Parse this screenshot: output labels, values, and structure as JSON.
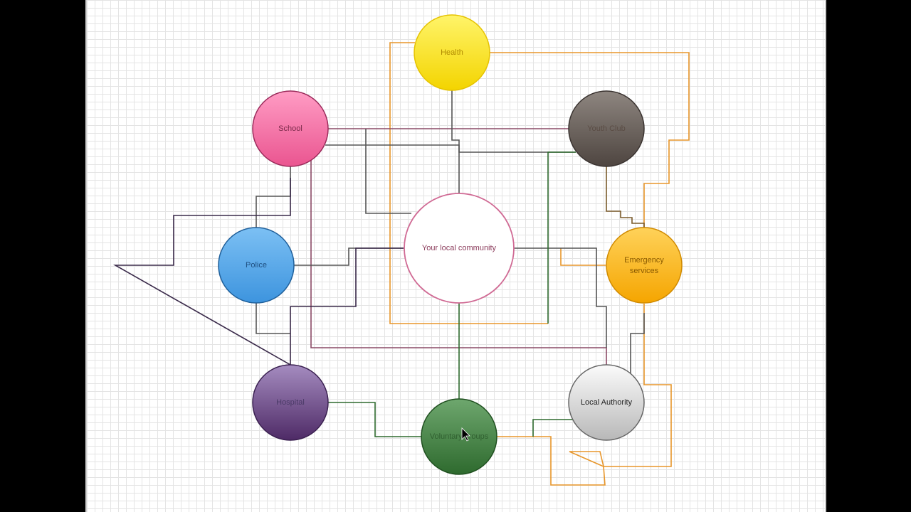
{
  "diagram": {
    "nodes": {
      "health": {
        "label": "Health",
        "text_color": "#b08a00"
      },
      "school": {
        "label": "School",
        "text_color": "#7a2a4a"
      },
      "youth_club": {
        "label": "Youth Club",
        "text_color": "#5a4c44"
      },
      "police": {
        "label": "Police",
        "text_color": "#1f4f80"
      },
      "community": {
        "label": "Your local community",
        "text_color": "#8a3a5a"
      },
      "emergency_line1": {
        "label": "Emergency",
        "text_color": "#8a5a00"
      },
      "emergency_line2": {
        "label": "services",
        "text_color": "#8a5a00"
      },
      "hospital": {
        "label": "Hospital",
        "text_color": "#4a3a66"
      },
      "voluntary": {
        "label": "Voluntary groups",
        "text_color": "#2f5f2f"
      },
      "local_authority": {
        "label": "Local Authority",
        "text_color": "#222222"
      }
    },
    "colors": {
      "orange": "#e8962a",
      "maroon": "#8a4a66",
      "gray": "#555555",
      "dark_purple": "#3a2a4a",
      "green": "#2e6a2e",
      "brown": "#7a5a2a"
    }
  }
}
